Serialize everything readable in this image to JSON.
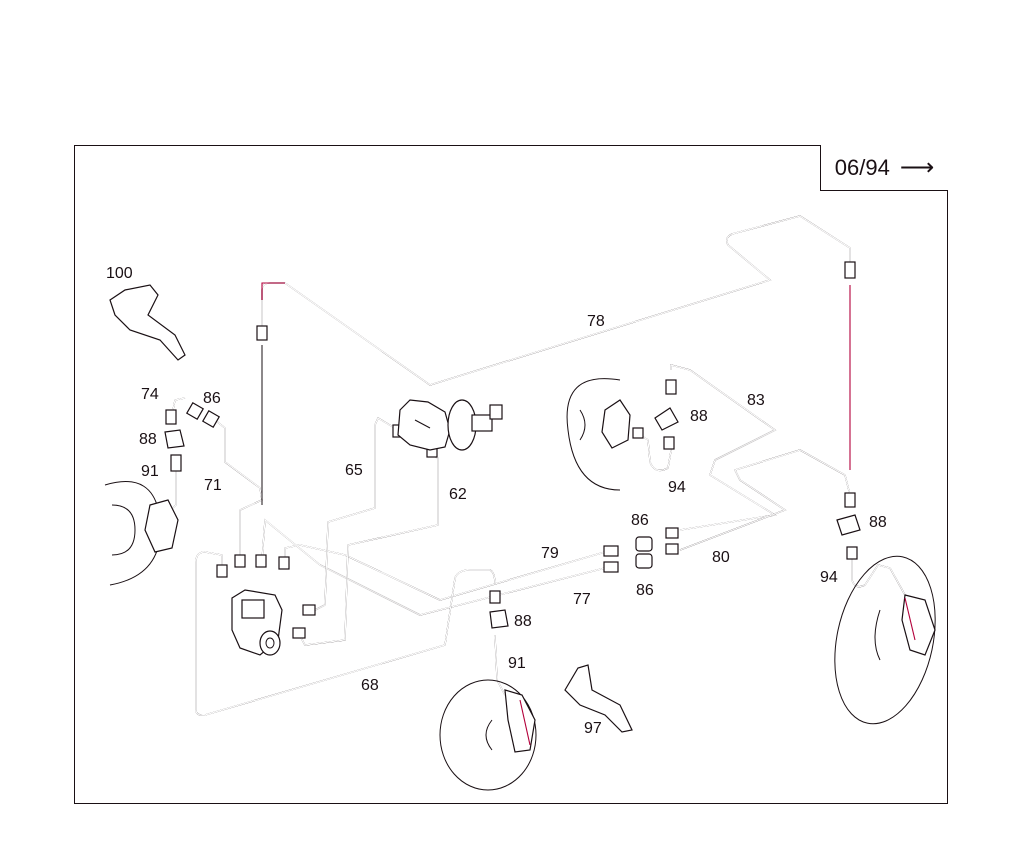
{
  "date_code": "06/94",
  "date_arrow_icon": "arrow-right-icon",
  "labels": {
    "p100": "100",
    "p74": "74",
    "p86a": "86",
    "p88a": "88",
    "p91a": "91",
    "p71": "71",
    "p65": "65",
    "p62": "62",
    "p78": "78",
    "p83": "83",
    "p88b": "88",
    "p94a": "94",
    "p86b": "86",
    "p79": "79",
    "p80": "80",
    "p77": "77",
    "p86c": "86",
    "p88c": "88",
    "p94b": "94",
    "p68": "68",
    "p88d": "88",
    "p91b": "91",
    "p97": "97"
  },
  "colors": {
    "line": "#1a1014",
    "accent": "#b3003b"
  }
}
